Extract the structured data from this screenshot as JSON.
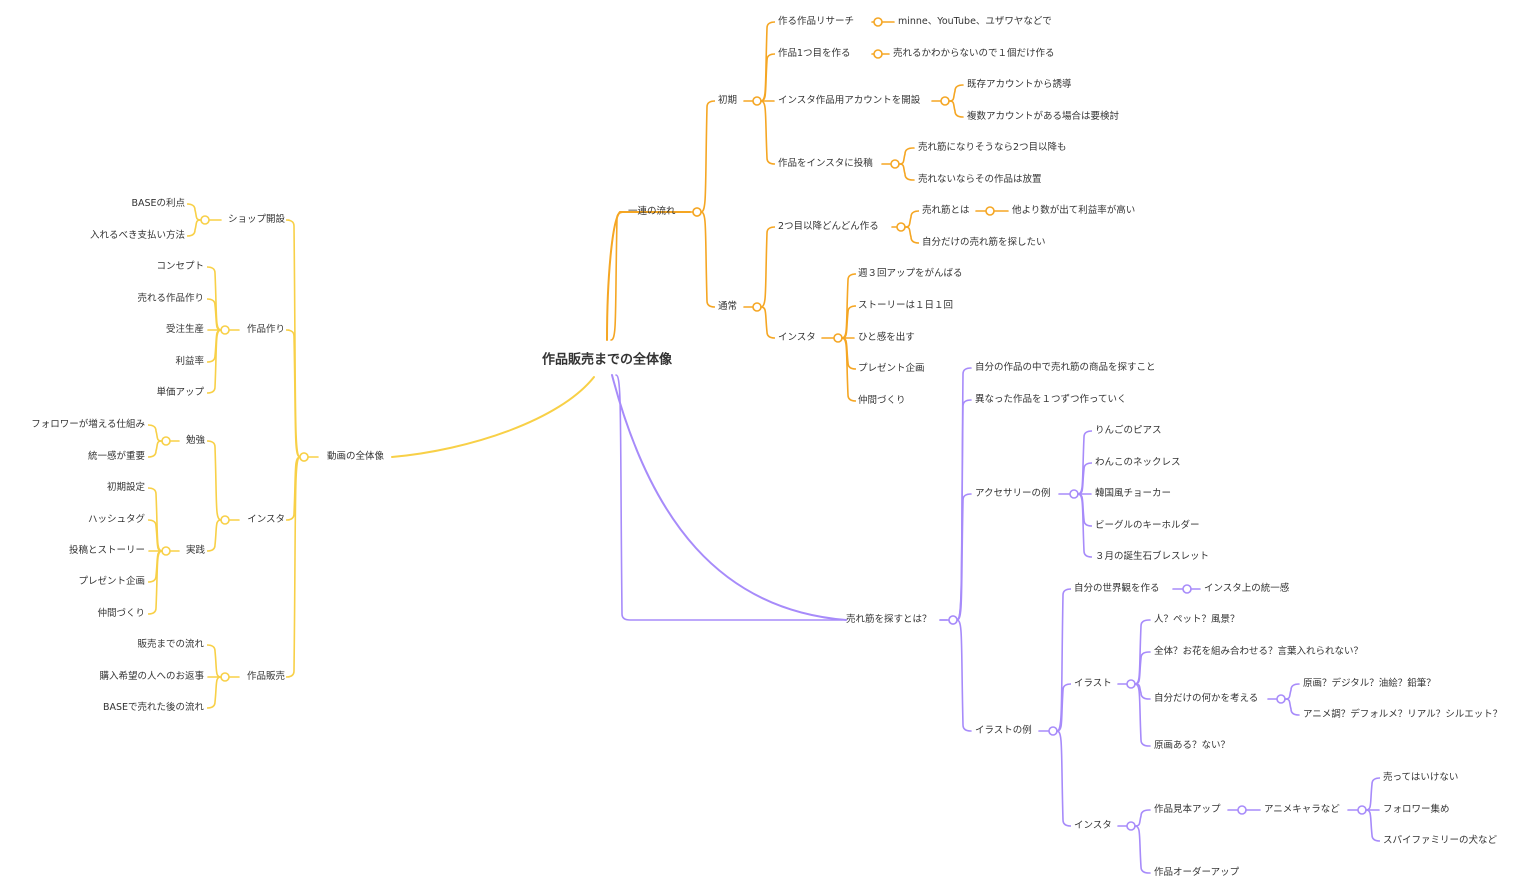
{
  "root": "作品販売までの全体像",
  "colors": {
    "orange": "#f5a623",
    "yellow": "#f8d047",
    "purple": "#a78bfa"
  },
  "nodes": {
    "ichiren": "一連の流れ",
    "shoki": "初期",
    "research": "作る作品リサーチ",
    "research_ex": "minne、YouTube、ユザワヤなどで",
    "first": "作品1つ目を作る",
    "first_note": "売れるかわからないので１個だけ作る",
    "account": "インスタ作品用アカウントを開設",
    "acc1": "既存アカウントから誘導",
    "acc2": "複数アカウントがある場合は要検討",
    "post": "作品をインスタに投稿",
    "post1": "売れ筋になりそうなら2つ目以降も",
    "post2": "売れないならその作品は放置",
    "tsujo": "通常",
    "second": "2つ目以降どんどん作る",
    "urekisuji": "売れ筋とは",
    "urekisuji_def": "他より数が出て利益率が高い",
    "own": "自分だけの売れ筋を探したい",
    "insta": "インスタ",
    "i1": "週３回アップをがんばる",
    "i2": "ストーリーは１日１回",
    "i3": "ひと感を出す",
    "i4": "プレゼント企画",
    "i5": "仲間づくり",
    "sagasu": "売れ筋を探すとは？",
    "s1": "自分の作品の中で売れ筋の商品を探すこと",
    "s2": "異なった作品を１つずつ作っていく",
    "acc_ex": "アクセサリーの例",
    "a1": "りんごのピアス",
    "a2": "わんこのネックレス",
    "a3": "韓国風チョーカー",
    "a4": "ビーグルのキーホルダー",
    "a5": "３月の誕生石ブレスレット",
    "ill_ex": "イラストの例",
    "sekaikan": "自分の世界観を作る",
    "touitsu": "インスタ上の統一感",
    "illust": "イラスト",
    "il1": "人？ペット？風景？",
    "il2": "全体？お花を組み合わせる？言葉入れられない？",
    "il3": "自分だけの何かを考える",
    "il3a": "原画？デジタル？油絵？鉛筆？",
    "il3b": "アニメ調？デフォルメ？リアル？シルエット？",
    "il4": "原画ある？ない？",
    "insta2": "インスタ",
    "mihon": "作品見本アップ",
    "anime": "アニメキャラなど",
    "an1": "売ってはいけない",
    "an2": "フォロワー集め",
    "an3": "スパイファミリーの犬など",
    "order": "作品オーダーアップ",
    "douga": "動画の全体像",
    "shop": "ショップ開設",
    "base": "BASEの利点",
    "pay": "入れるべき支払い方法",
    "sakuhin": "作品作り",
    "w1": "コンセプト",
    "w2": "売れる作品作り",
    "w3": "受注生産",
    "w4": "利益率",
    "w5": "単価アップ",
    "insta3": "インスタ",
    "benkyo": "勉強",
    "b1": "フォロワーが増える仕組み",
    "b2": "統一感が重要",
    "jissen": "実践",
    "j1": "初期設定",
    "j2": "ハッシュタグ",
    "j3": "投稿とストーリー",
    "j4": "プレゼント企画",
    "j5": "仲間づくり",
    "hanbai": "作品販売",
    "h1": "販売までの流れ",
    "h2": "購入希望の人へのお返事",
    "h3": "BASEで売れた後の流れ"
  }
}
